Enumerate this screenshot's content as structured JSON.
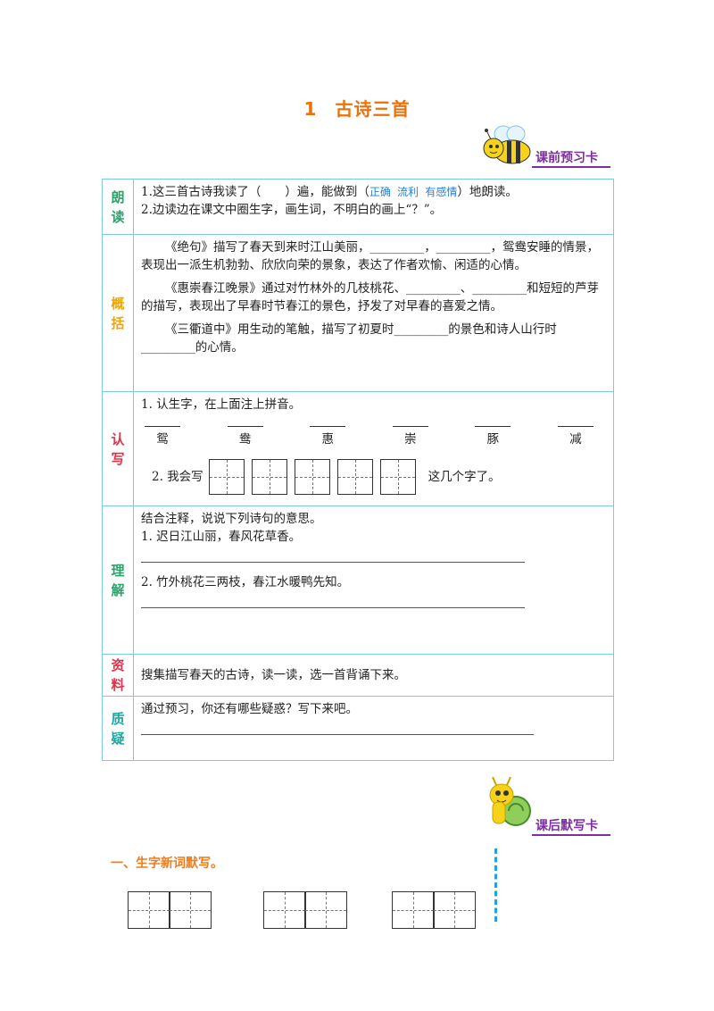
{
  "title": {
    "num": "1",
    "text": "古诗三首"
  },
  "badge_top": "课前预习卡",
  "badge_bottom": "课后默写卡",
  "rows": {
    "langdu": {
      "label": [
        "朗",
        "读"
      ],
      "line1_a": "1.这三首古诗我读了（　　）遍，能做到（",
      "line1_hint": "正确 流利 有感情",
      "line1_b": "）地朗读。",
      "line2": "2.边读边在课文中圈生字，画生词，不明白的画上“？”。"
    },
    "gaikuo": {
      "label": [
        "概",
        "括"
      ],
      "p1": "《绝句》描写了春天到来时江山美丽，_________，_________，鸳鸯安睡的情景，表现出一派生机勃勃、欣欣向荣的景象，表达了作者欢愉、闲适的心情。",
      "p2": "《惠崇春江晚景》通过对竹林外的几枝桃花、_________、_________和短短的芦芽的描写，表现出了早春时节春江的景色，抒发了对早春的喜爱之情。",
      "p3": "《三衢道中》用生动的笔触，描写了初夏时_________的景色和诗人山行时_________的心情。"
    },
    "renxie": {
      "label": [
        "认",
        "写"
      ],
      "q1": "1. 认生字，在上面注上拼音。",
      "chars": [
        "鸳",
        "鸯",
        "惠",
        "崇",
        "豚",
        "减"
      ],
      "q2_a": "2. 我会写",
      "q2_b": "这几个字了。"
    },
    "lijie": {
      "label": [
        "理",
        "解"
      ],
      "intro": "结合注释，说说下列诗句的意思。",
      "q1": "1. 迟日江山丽，春风花草香。",
      "q2": "2. 竹外桃花三两枝，春江水暖鸭先知。"
    },
    "ziliao": {
      "label": [
        "资",
        "料"
      ],
      "text": "搜集描写春天的古诗，读一读，选一首背诵下来。"
    },
    "zhiyi": {
      "label": [
        "质",
        "疑"
      ],
      "text": "通过预习，你还有哪些疑惑？写下来吧。"
    }
  },
  "section1": "一、生字新词默写。",
  "colors": {
    "title": "#e8720c",
    "badge": "#7b2fa0",
    "border": "#7cc7ea"
  }
}
